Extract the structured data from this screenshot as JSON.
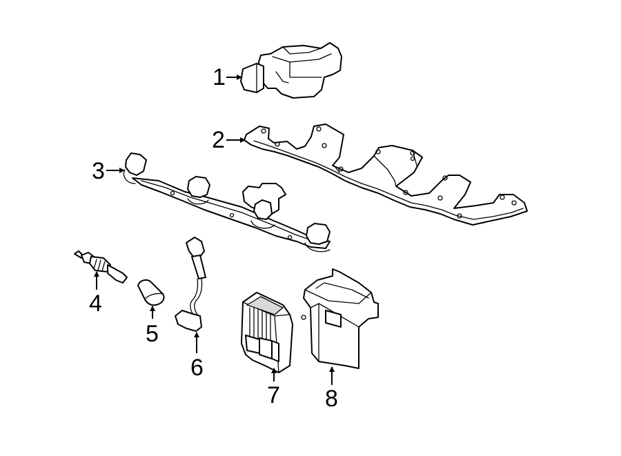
{
  "diagram": {
    "callouts": [
      {
        "number": "1",
        "part": "ignition-coil"
      },
      {
        "number": "2",
        "part": "coil-bracket"
      },
      {
        "number": "3",
        "part": "wiring-harness"
      },
      {
        "number": "4",
        "part": "spark-plug"
      },
      {
        "number": "5",
        "part": "plug-boot"
      },
      {
        "number": "6",
        "part": "spark-plug-wire"
      },
      {
        "number": "7",
        "part": "control-module"
      },
      {
        "number": "8",
        "part": "module-cover"
      }
    ]
  }
}
